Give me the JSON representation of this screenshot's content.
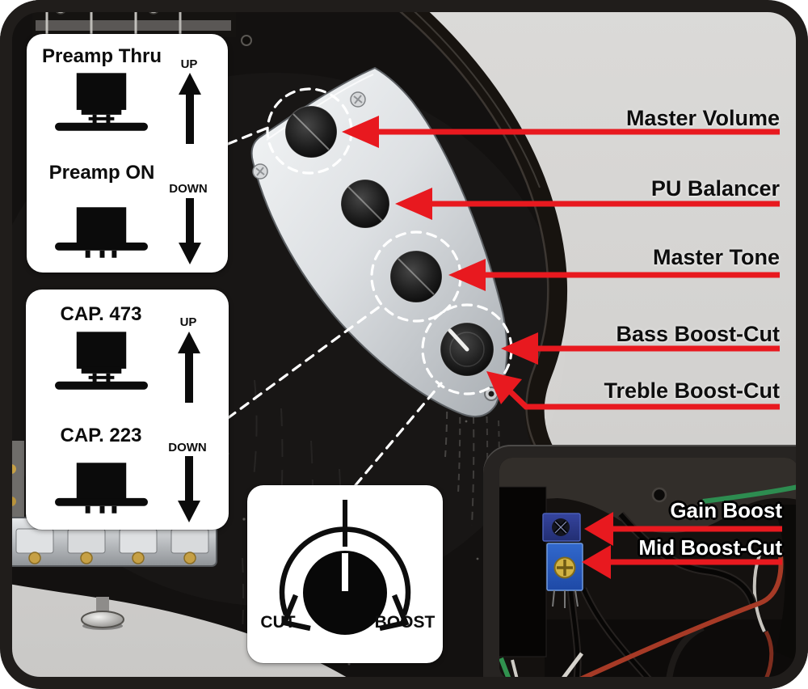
{
  "figure": {
    "type": "bass-guitar-controls-diagram",
    "colors": {
      "arrow_red": "#e8191f",
      "backdrop_gray": "#d2d1cf",
      "body_black": "#131110",
      "plate_silver": "#dfe2e4",
      "trimpot_blue": "#2d62c8",
      "trimpot_screw_yellow": "#d2b344"
    },
    "knob_callouts": [
      {
        "label": "Master Volume"
      },
      {
        "label": "PU Balancer"
      },
      {
        "label": "Master Tone"
      },
      {
        "label": "Bass Boost-Cut"
      },
      {
        "label": "Treble Boost-Cut"
      }
    ],
    "trimpot_callouts": [
      {
        "label": "Gain Boost"
      },
      {
        "label": "Mid Boost-Cut"
      }
    ],
    "switch_legends": [
      {
        "rows": [
          {
            "title": "Preamp Thru",
            "direction": "UP",
            "switch_position": "up"
          },
          {
            "title": "Preamp ON",
            "direction": "DOWN",
            "switch_position": "down"
          }
        ]
      },
      {
        "rows": [
          {
            "title": "CAP. 473",
            "direction": "UP",
            "switch_position": "up"
          },
          {
            "title": "CAP. 223",
            "direction": "DOWN",
            "switch_position": "down"
          }
        ]
      }
    ],
    "rotary_legend": {
      "cut_label": "CUT",
      "boost_label": "BOOST"
    },
    "icons": {
      "up-arrow-icon": "▲ thick up arrow",
      "down-arrow-icon": "▼ thick down arrow",
      "switch-up-icon": "slide switch lever up",
      "switch-down-icon": "slide switch lever down",
      "rotary-knob-icon": "knob with cut/boost sweep arc",
      "callout-arrow-icon": "red arrow with underline"
    }
  }
}
